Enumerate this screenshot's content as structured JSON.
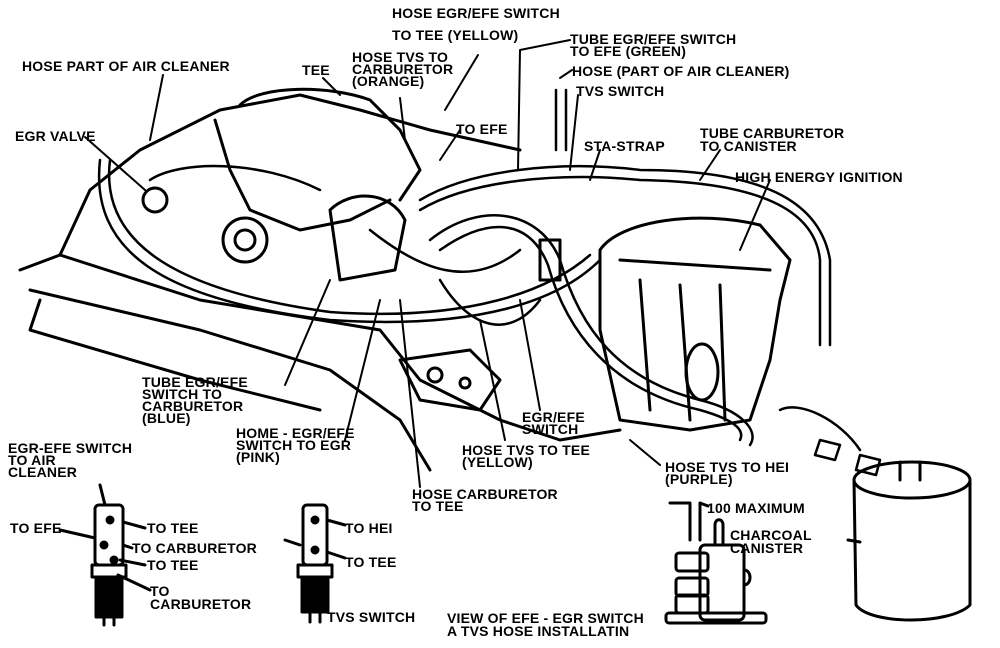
{
  "labels": {
    "hose_egr_efe_tee_yellow": [
      "HOSE EGR/EFE SWITCH",
      "TO TEE (YELLOW)"
    ],
    "tube_egr_efe_efe_green": [
      "TUBE EGR/EFE SWITCH",
      "TO EFE (GREEN)"
    ],
    "hose_part_air_cleaner": "HOSE PART OF AIR CLEANER",
    "tee": "TEE",
    "hose_tvs_carb_orange": [
      "HOSE TVS TO",
      "CARBURETOR",
      "(ORANGE)"
    ],
    "hose_part_of_air_cleaner": "HOSE (PART OF AIR CLEANER)",
    "tvs_switch_top": "TVS SWITCH",
    "to_efe_top": "TO EFE",
    "sta_strap": "STA-STRAP",
    "tube_carb_canister": [
      "TUBE CARBURETOR",
      "TO CANISTER"
    ],
    "high_energy_ignition": "HIGH ENERGY IGNITION",
    "egr_valve": "EGR VALVE",
    "tube_egr_efe_carb_blue": [
      "TUBE EGR/EFE",
      "SWITCH TO",
      "CARBURETOR",
      "(BLUE)"
    ],
    "home_egr_efe_pink": [
      "HOME - EGR/EFE",
      "SWITCH TO EGR",
      "(PINK)"
    ],
    "egr_efe_switch": [
      "EGR/EFE",
      "SWITCH"
    ],
    "hose_tvs_tee_yellow": [
      "HOSE TVS TO TEE",
      "(YELLOW)"
    ],
    "hose_tvs_hei_purple": [
      "HOSE TVS TO HEI",
      "(PURPLE)"
    ],
    "hose_carb_tee": [
      "HOSE CARBURETOR",
      "TO TEE"
    ],
    "egr_efe_switch_air_cleaner": [
      "EGR-EFE SWITCH",
      "TO AIR",
      "CLEANER"
    ],
    "detail_to_efe": "TO EFE",
    "detail_to_tee_1": "TO TEE",
    "detail_to_carburetor_1": "TO CARBURETOR",
    "detail_to_tee_2": "TO TEE",
    "detail_to_carburetor_2": [
      "TO",
      "CARBURETOR"
    ],
    "tvs_to_hei": "TO HEI",
    "tvs_to_tee": "TO TEE",
    "tvs_switch_bottom": "TVS SWITCH",
    "max_100": "100 MAXIMUM",
    "charcoal_canister": [
      "CHARCOAL",
      "CANISTER"
    ],
    "view_caption": [
      "VIEW OF EFE - EGR SWITCH",
      "A TVS HOSE INSTALLATIN"
    ]
  }
}
